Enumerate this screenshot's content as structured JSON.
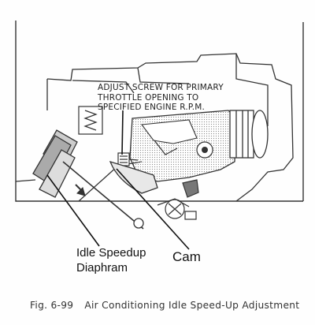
{
  "callout": {
    "lines": [
      "ADJUST SCREW FOR PRIMARY",
      "THROTTLE OPENING TO",
      "SPECIFIED ENGINE R.P.M."
    ]
  },
  "labels": {
    "diaphram_line1": "Idle Speedup",
    "diaphram_line2": "Diaphram",
    "cam": "Cam"
  },
  "caption": {
    "number": "Fig. 6-99",
    "text": "Air Conditioning Idle Speed-Up Adjustment"
  }
}
